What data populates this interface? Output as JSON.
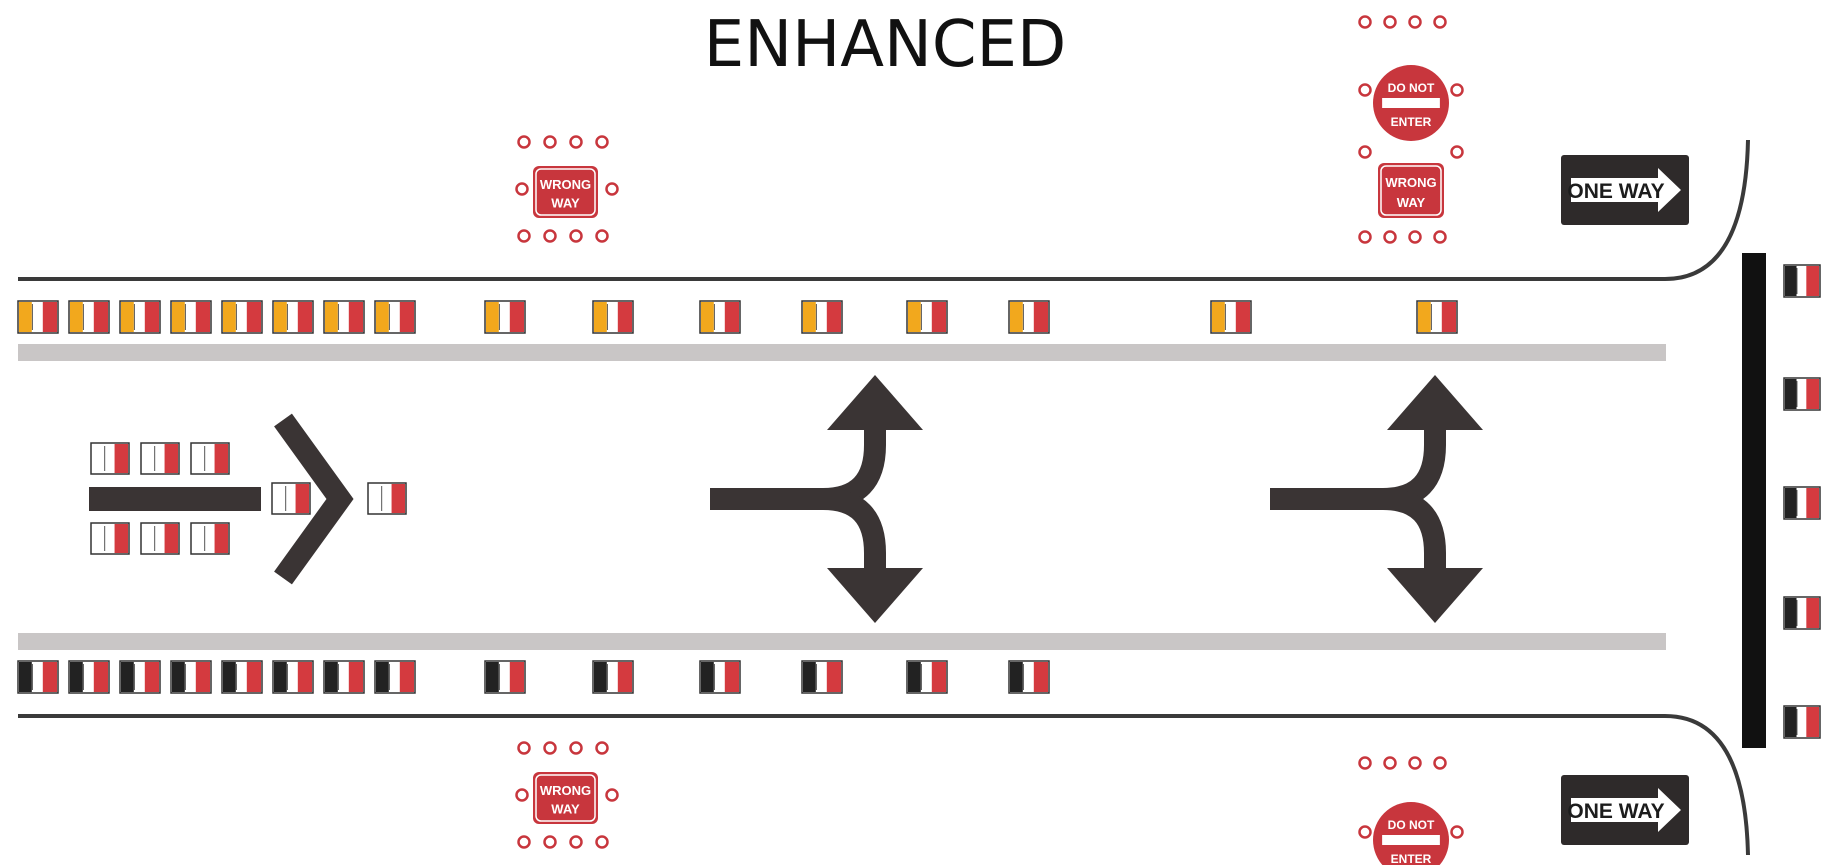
{
  "title": "ENHANCED",
  "signs": {
    "wrong_way_line1": "WRONG",
    "wrong_way_line2": "WAY",
    "do_not_enter_line1": "DO NOT",
    "do_not_enter_line2": "ENTER",
    "one_way": "ONE WAY"
  },
  "colors": {
    "background": "#ffffff",
    "road_edge_line": "#3a3a3a",
    "lane_line": "#c9c6c6",
    "sign_red": "#c8363d",
    "arrow": "#3a3434",
    "marker_amber": "#f2a81d",
    "marker_black": "#222222",
    "marker_white": "#ffffff",
    "marker_red": "#d43a3f",
    "barrier": "#111111",
    "one_way_sign": "#2e2a2a"
  },
  "icons": [
    "wrong-way-sign-icon",
    "do-not-enter-sign-icon",
    "one-way-sign-icon",
    "raised-pavement-marker-icon",
    "pavement-arrow-icon",
    "turn-arrow-icon",
    "warning-light-icon"
  ]
}
